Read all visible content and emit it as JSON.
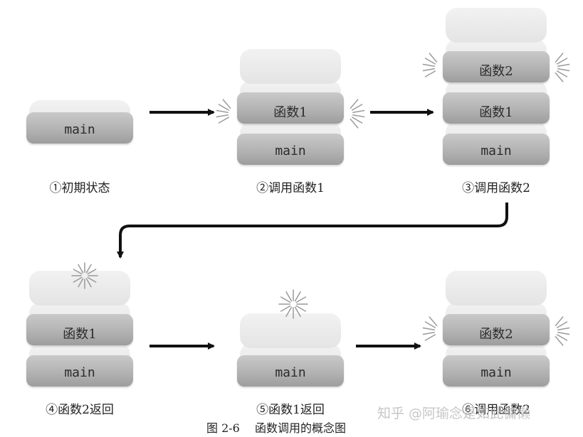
{
  "labels": {
    "main": "main",
    "func1": "函数1",
    "func2": "函数2"
  },
  "steps": [
    {
      "caption": "①初期状态"
    },
    {
      "caption": "②调用函数1"
    },
    {
      "caption": "③调用函数2"
    },
    {
      "caption": "④函数2返回"
    },
    {
      "caption": "⑤函数1返回"
    },
    {
      "caption": "⑥调用函数2"
    }
  ],
  "figure_caption": "图 2-6　 函数调用的概念图",
  "watermark": "知乎 @阿瑜念是如此慵懒",
  "colors": {
    "arrow": "#111111",
    "burst": "#9a9a9a",
    "block_top": "#eaeaea",
    "block_side": "#b3b3b3"
  }
}
